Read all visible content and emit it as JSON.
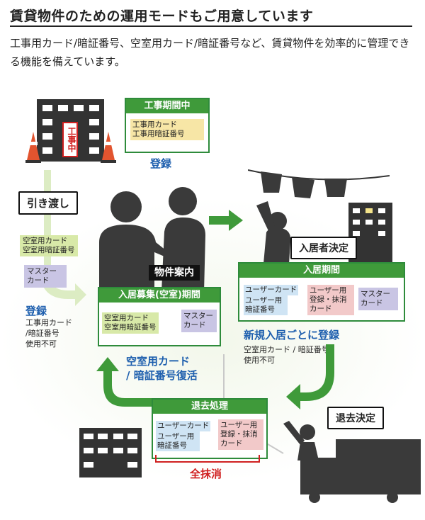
{
  "header": {
    "title": "賃貸物件のための運用モードもご用意しています",
    "description": "工事用カード/暗証番号、空室用カード/暗証番号など、賃貸物件を効率的に管理できる機能を備えています。"
  },
  "construction": {
    "sign": "工事中",
    "box_title": "工事期間中",
    "line1": "工事用カード",
    "line2": "工事用暗証番号",
    "register_label": "登録"
  },
  "handover": {
    "label": "引き渡し",
    "vacant_card": "空室用カード",
    "vacant_pin": "空室用暗証番号",
    "master_card": "マスターカード",
    "register_label": "登録",
    "disabled_line1": "工事用カード",
    "disabled_line2": "/暗証番号",
    "disabled_line3": "使用不可"
  },
  "showing": {
    "label": "物件案内"
  },
  "recruitment": {
    "box_title": "入居募集(空室)期間",
    "vacant_card": "空室用カード",
    "vacant_pin": "空室用暗証番号",
    "master_card": "マスターカード"
  },
  "move_in_decision": {
    "label": "入居者決定"
  },
  "occupancy": {
    "box_title": "入居期間",
    "user_card": "ユーザーカード",
    "user_pin": "ユーザー用暗証番号",
    "user_reg": "ユーザー用登録・抹消カード",
    "master_card": "マスターカード",
    "new_register": "新規入居ごとに登録",
    "disabled_line1": "空室用カード / 暗証番号",
    "disabled_line2": "使用不可"
  },
  "restore": {
    "line1": "空室用カード",
    "line2": "/ 暗証番号復活"
  },
  "move_out": {
    "box_title": "退去処理",
    "user_card": "ユーザーカード",
    "user_pin": "ユーザー用暗証番号",
    "user_reg": "ユーザー用登録・抹消カード",
    "erase_all": "全抹消"
  },
  "move_out_decision": {
    "label": "退去決定"
  },
  "colors": {
    "green": "#3f9a3a",
    "blue": "#1e5fae",
    "red": "#d02020"
  }
}
